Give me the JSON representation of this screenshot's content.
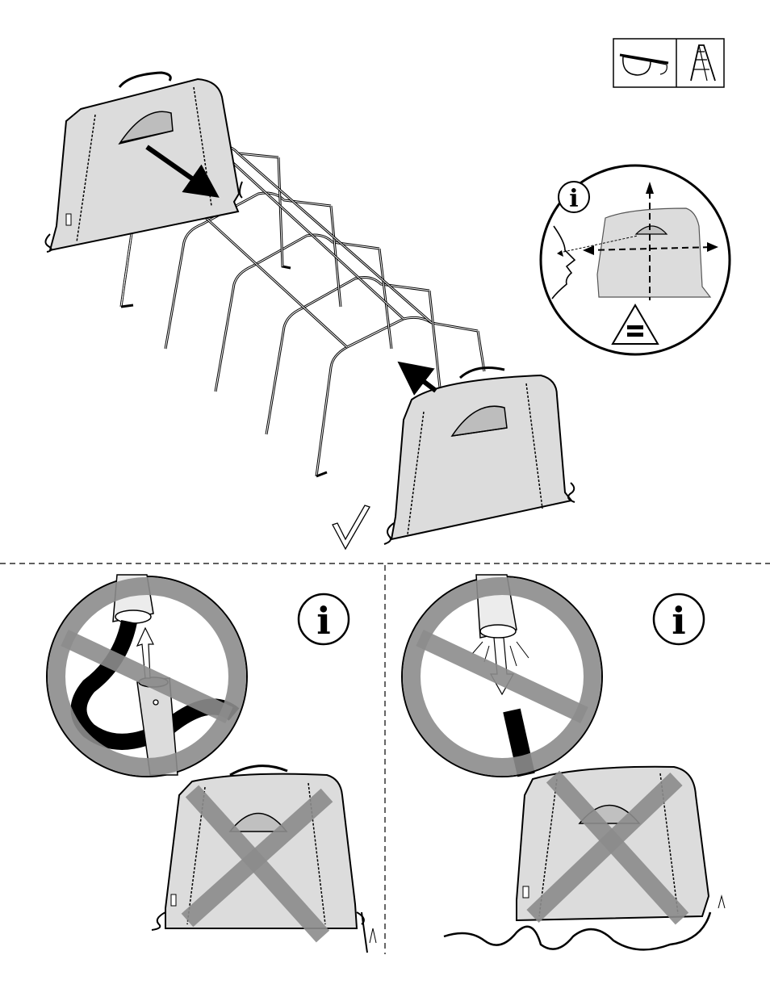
{
  "page": {
    "background": "#ffffff",
    "line_color": "#000000",
    "panel_fill": "#dcdcdc",
    "cross_color": "#8c8c8c"
  },
  "tools_box": {
    "icons": [
      "safety-glasses-icon",
      "step-ladder-icon"
    ]
  },
  "info_symbols": [
    {
      "letter": "i",
      "context": "top-alignment-detail"
    },
    {
      "letter": "i",
      "context": "bottom-left-warning"
    },
    {
      "letter": "i",
      "context": "bottom-right-warning"
    }
  ],
  "equal_sign": "="
}
